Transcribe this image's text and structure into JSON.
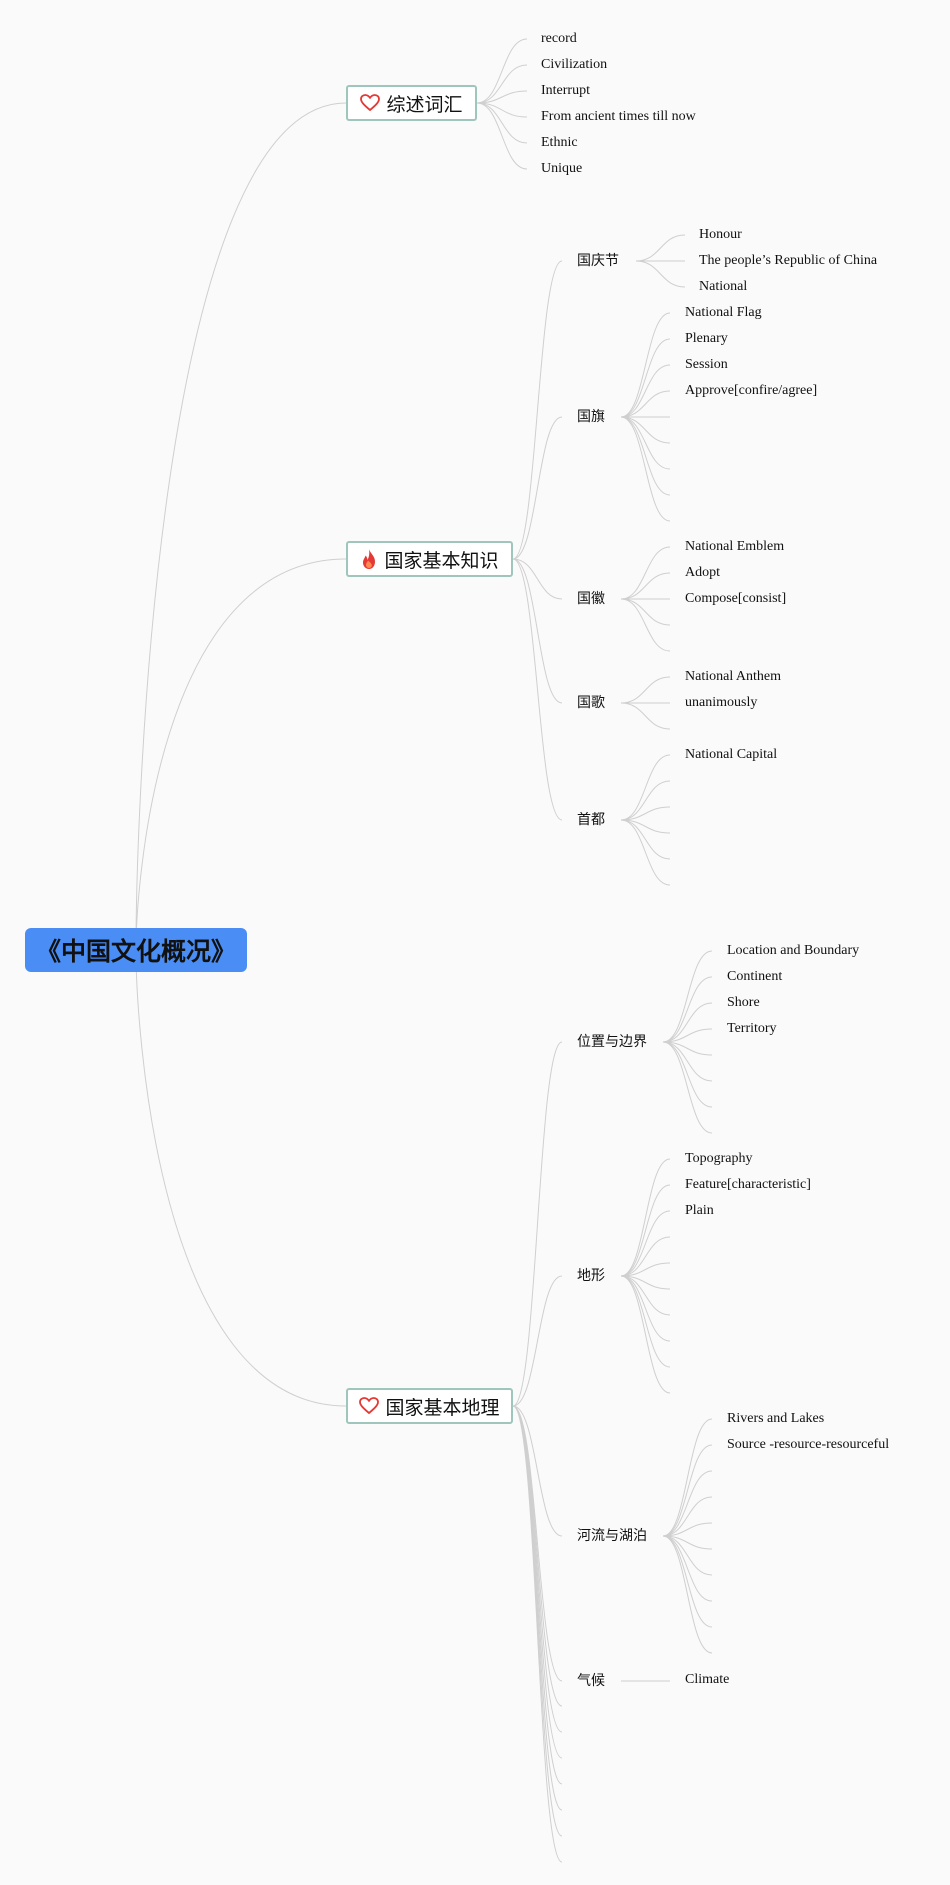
{
  "root": {
    "label": "《中国文化概况》"
  },
  "branches": [
    {
      "label": "综述词汇",
      "icon": "heart-icon",
      "leaves": [
        "record",
        "Civilization",
        "Interrupt",
        "From ancient times till now",
        "Ethnic",
        "Unique"
      ]
    },
    {
      "label": "国家基本知识",
      "icon": "fire-icon",
      "children": [
        {
          "label": "国庆节",
          "leaves": [
            "Honour",
            "The people’s Republic of China",
            "National"
          ]
        },
        {
          "label": "国旗",
          "leaves": [
            "National Flag",
            "Plenary",
            "Session",
            "Approve[confire/agree]"
          ]
        },
        {
          "label": "国徽",
          "leaves": [
            "National Emblem",
            "Adopt",
            "Compose[consist]"
          ]
        },
        {
          "label": "国歌",
          "leaves": [
            "National Anthem",
            "unanimously"
          ]
        },
        {
          "label": "首都",
          "leaves": [
            "National Capital"
          ]
        }
      ]
    },
    {
      "label": "国家基本地理",
      "icon": "heart-icon",
      "children": [
        {
          "label": "位置与边界",
          "leaves": [
            "Location and Boundary",
            "Continent",
            "Shore",
            "Territory"
          ]
        },
        {
          "label": "地形",
          "leaves": [
            "Topography",
            "Feature[characteristic]",
            "Plain"
          ]
        },
        {
          "label": "河流与湖泊",
          "leaves": [
            "Rivers and Lakes",
            "Source -resource-resourceful"
          ]
        },
        {
          "label": "气候",
          "leaves": [
            "Climate"
          ]
        }
      ]
    }
  ],
  "colors": {
    "root_fill": "#4a8ef5",
    "box_border": "#9fc6bd",
    "link": "#cfcfcf",
    "icon_red": "#e53935"
  }
}
